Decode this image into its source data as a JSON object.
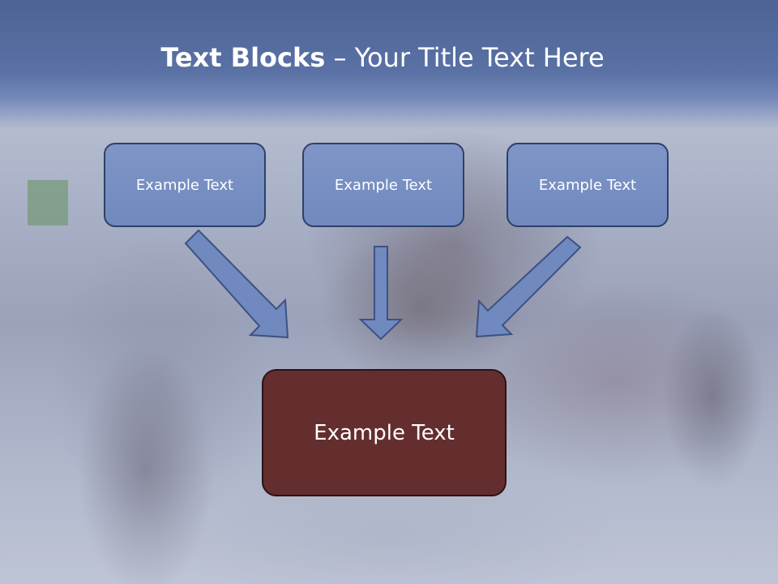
{
  "title": {
    "bold": "Text Blocks",
    "dash": " – ",
    "rest": "Your Title Text Here"
  },
  "blocks": [
    {
      "label": "Example Text"
    },
    {
      "label": "Example Text"
    },
    {
      "label": "Example Text"
    }
  ],
  "target": {
    "label": "Example Text"
  },
  "colors": {
    "title_band": "#5a71a5",
    "block_fill": "#7a90c4",
    "block_border": "#2f4068",
    "target_fill": "#652e2e",
    "arrow_fill": "#7089bf",
    "arrow_stroke": "#3d5183"
  }
}
